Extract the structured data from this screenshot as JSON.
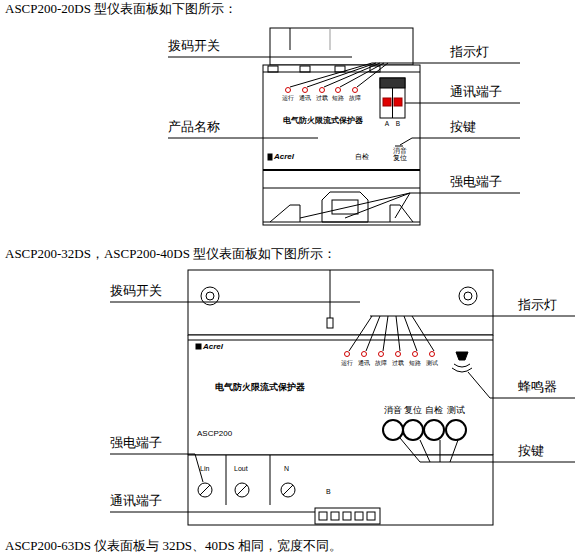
{
  "diagram": {
    "title": "ASCP200-20DS 型仪表面板如下图所示：",
    "caption": "ASCP200-63DS 仪表面板与 32DS、40DS 相同，宽度不同。",
    "labels": [
      "拨码开关",
      "指示灯",
      "通讯端子",
      "产品名称",
      "按键",
      "强电端子",
      "运行",
      "通讯",
      "过载",
      "短路",
      "故障",
      "A",
      "B",
      "电气防火限流式保护器",
      "Acrel",
      "自检",
      "消音 复位",
      "ASCP200-32DS，ASCP200-40DS 型仪表面板如下图所示：",
      "拨码开关",
      "指示灯",
      "蜂鸣器",
      "按键",
      "强电端子",
      "通讯端子",
      "Acrel",
      "运行",
      "通讯",
      "故障",
      "过载",
      "短路",
      "测试",
      "电气防火限流式保护器",
      "ASCP200",
      "消音",
      "复位",
      "自检",
      "测试",
      "Lin",
      "Lout",
      "N",
      "B"
    ]
  }
}
